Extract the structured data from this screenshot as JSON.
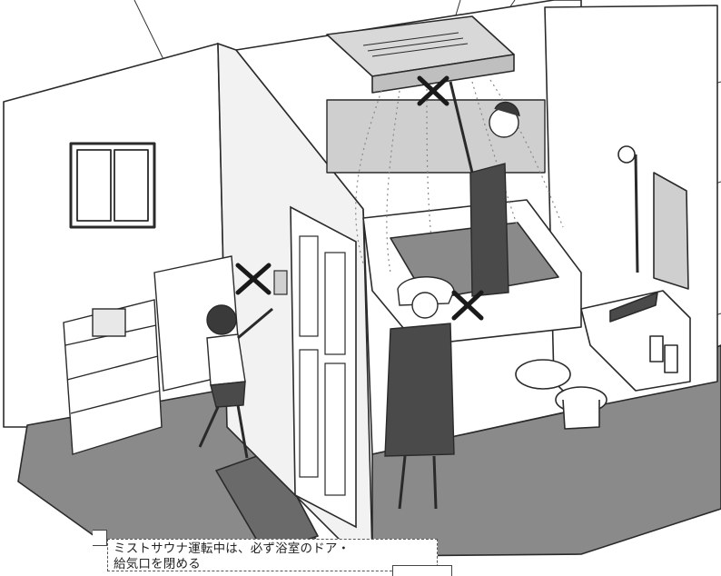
{
  "illustration": {
    "subject": "bathroom-mist-sauna-safety-illustration",
    "warning_marks": [
      "x-mark-ceiling-unit",
      "x-mark-wall-control",
      "x-mark-floor"
    ]
  },
  "callout": {
    "line1": "ミストサウナ運転中は、必ず浴室のドア・",
    "line2": "給気口を閉める"
  },
  "colors": {
    "floor_gray": "#8a8a8a",
    "wall_gray": "#cfcfcf",
    "clothing_dark": "#4a4a4a",
    "line": "#2a2a2a"
  }
}
